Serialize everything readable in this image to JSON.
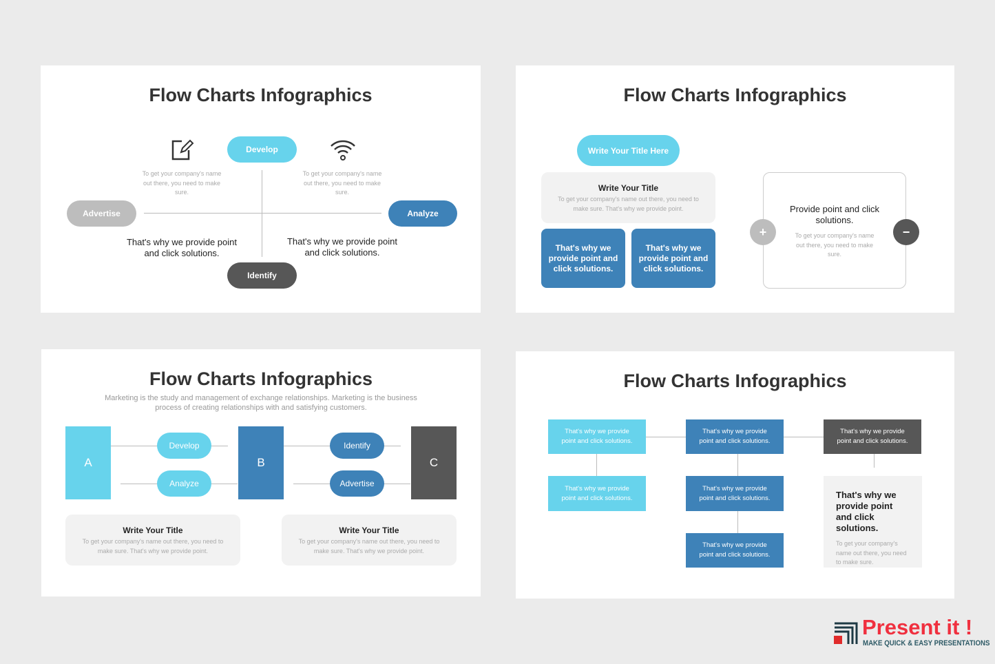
{
  "slides": [
    {
      "title": "Flow Charts Infographics",
      "nodes": [
        "Develop",
        "Advertise",
        "Analyze",
        "Identify"
      ],
      "desc": "To get your company's name out there, you need to make sure.",
      "desc2": "To get your company's name out there, you need to make sure.",
      "bold1": "That's why we provide point and click solutions.",
      "bold2": "That's why we provide point and click solutions.",
      "icons": [
        "edit-icon",
        "wifi-icon"
      ]
    },
    {
      "title": "Flow Charts Infographics",
      "pill": "Write Your Title Here",
      "card_title": "Write Your Title",
      "card_text": "To get your company's name out there, you need to make sure. That's why we provide point.",
      "blue1": "That's why we provide point and click solutions.",
      "blue2": "That's why we provide point and click solutions.",
      "panel_title": "Provide point and click solutions.",
      "panel_text": "To get your company's name out there, you need to make sure.",
      "plus": "+",
      "minus": "−"
    },
    {
      "title": "Flow Charts Infographics",
      "subtitle": "Marketing is the study and management of exchange relationships. Marketing is the business process of creating relationships with and satisfying customers.",
      "blocks": [
        "A",
        "B",
        "C"
      ],
      "pills": [
        "Develop",
        "Analyze",
        "Identify",
        "Advertise"
      ],
      "cards": [
        {
          "title": "Write Your Title",
          "text": "To get your company's name out there, you need to make sure. That's why we provide point."
        },
        {
          "title": "Write Your Title",
          "text": "To get your company's name out there, you need to make sure. That's why we provide point."
        }
      ]
    },
    {
      "title": "Flow Charts Infographics",
      "box": "That's why we provide point and click solutions.",
      "box2": "That's why we provide point and click solutions.",
      "box3": "That's why we provide point and click solutions.",
      "box4": "That's why we provide point and click solutions.",
      "box5": "That's why we provide point and click solutions.",
      "box6": "That's why we provide point and click solutions.",
      "side_title": "That's why we provide point and click solutions.",
      "side_text": "To get your company's name out there, you need to make sure."
    }
  ],
  "brand": {
    "name": "Present it !",
    "tagline": "MAKE QUICK & EASY PRESENTATIONS"
  },
  "colors": {
    "cyan": "#67d3ec",
    "blue": "#3e82b8",
    "dark": "#575757",
    "gray": "#bdbdbd",
    "brand_red": "#f0303f"
  }
}
